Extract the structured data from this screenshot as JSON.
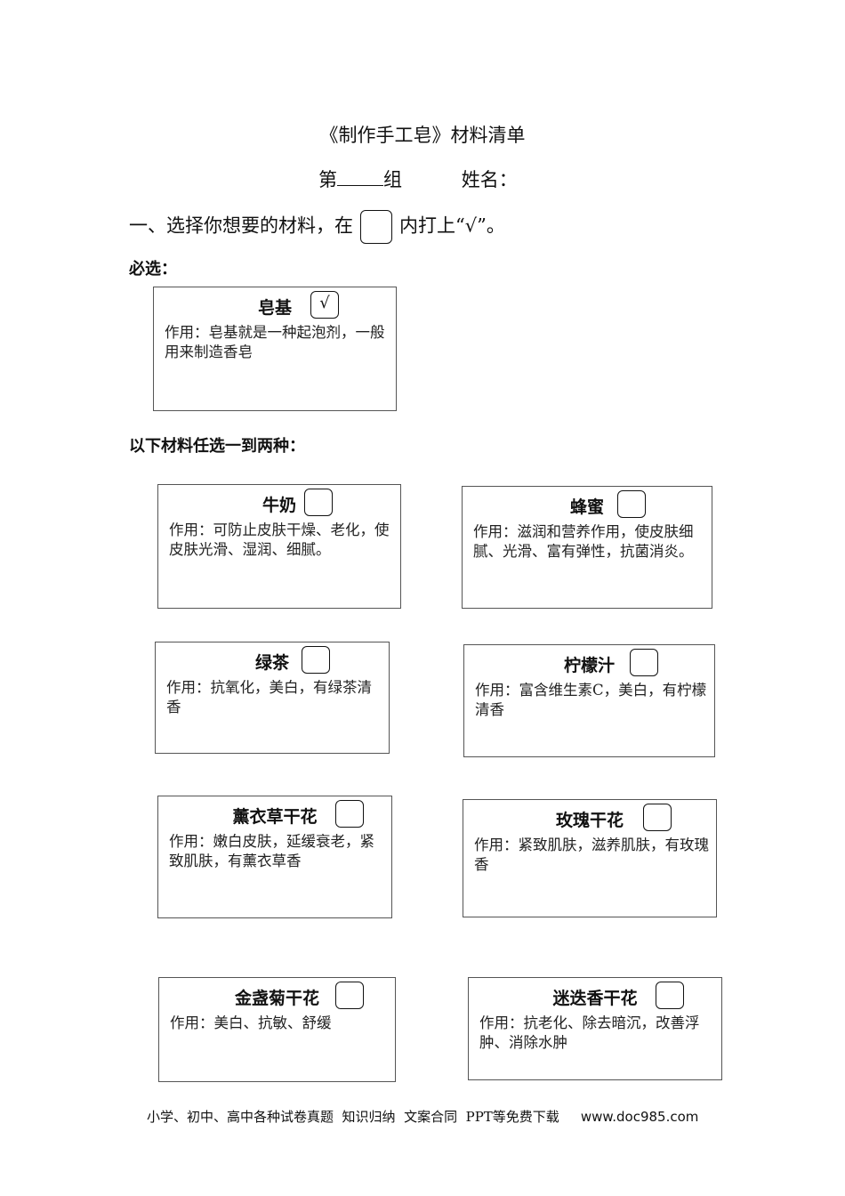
{
  "title": "《制作手工皂》材料清单",
  "group_prefix": "第",
  "group_suffix": "组",
  "name_label": "姓名：",
  "instruction_before": "一、选择你想要的材料，在",
  "instruction_after": "内打上“√”。",
  "required_label": "必选：",
  "optional_label": "以下材料任选一到两种：",
  "materials": [
    {
      "name": "皂基",
      "desc": "作用：皂基就是一种起泡剂，一般用来制造香皂",
      "checked": true,
      "mark": "√"
    },
    {
      "name": "牛奶",
      "desc": "作用：可防止皮肤干燥、老化，使皮肤光滑、湿润、细腻。",
      "checked": false,
      "mark": ""
    },
    {
      "name": "蜂蜜",
      "desc": "作用：滋润和营养作用，使皮肤细腻、光滑、富有弹性，抗菌消炎。",
      "checked": false,
      "mark": ""
    },
    {
      "name": "绿茶",
      "desc": "作用：抗氧化，美白，有绿茶清香",
      "checked": false,
      "mark": ""
    },
    {
      "name": "柠檬汁",
      "desc": "作用：富含维生素C，美白，有柠檬清香",
      "checked": false,
      "mark": ""
    },
    {
      "name": "薰衣草干花",
      "desc": "作用：嫩白皮肤，延缓衰老，紧致肌肤，有薰衣草香",
      "checked": false,
      "mark": ""
    },
    {
      "name": "玫瑰干花",
      "desc": "作用：紧致肌肤，滋养肌肤，有玫瑰香",
      "checked": false,
      "mark": ""
    },
    {
      "name": "金盏菊干花",
      "desc": "作用：美白、抗敏、舒缓",
      "checked": false,
      "mark": ""
    },
    {
      "name": "迷迭香干花",
      "desc": "作用：抗老化、除去暗沉，改善浮肿、消除水肿",
      "checked": false,
      "mark": ""
    }
  ],
  "footer": {
    "text": "小学、初中、高中各种试卷真题  知识归纳  文案合同  PPT等免费下载",
    "url": "www.doc985.com"
  }
}
